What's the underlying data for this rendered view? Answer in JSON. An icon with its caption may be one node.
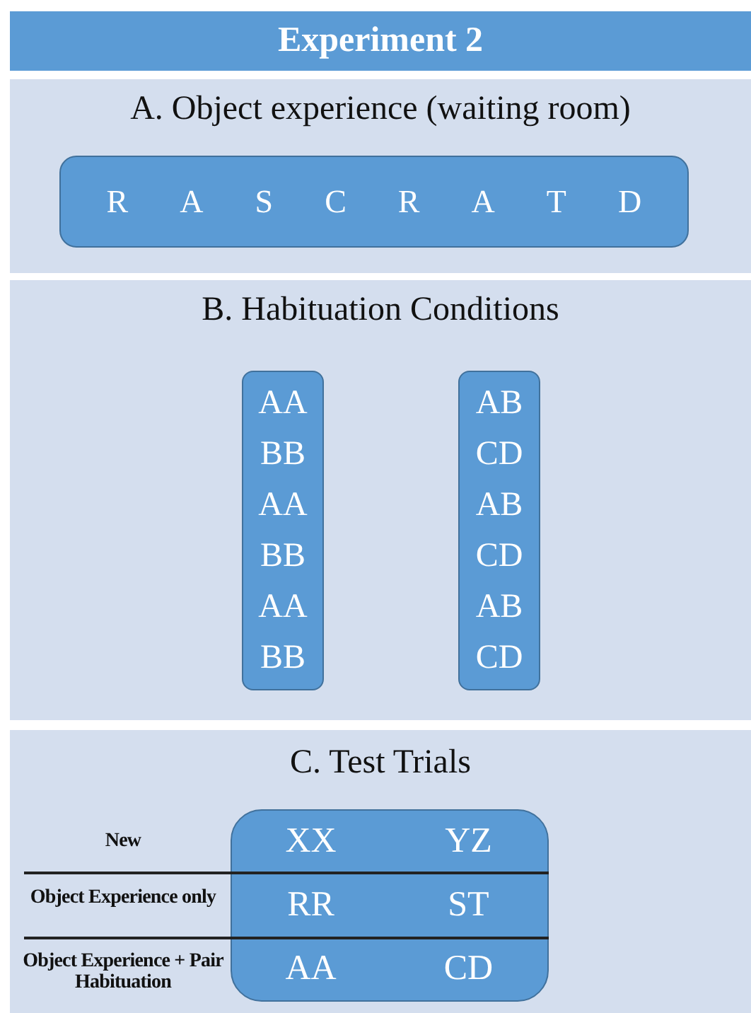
{
  "diagram": {
    "title": "Experiment 2",
    "nodes": [
      {
        "text": [
          "A. Object experience (waiting room)"
        ]
      },
      {
        "text": [
          "R",
          "A",
          "S",
          "C",
          "R",
          "A",
          "T",
          "D"
        ],
        "in": 0
      },
      {
        "text": [
          "B. Habituation Conditions"
        ]
      },
      {
        "text": [
          "AA",
          "BB",
          "AA",
          "BB",
          "AA",
          "BB"
        ],
        "in": 2
      },
      {
        "text": [
          "AB",
          "CD",
          "AB",
          "CD",
          "AB",
          "CD"
        ],
        "in": 2
      },
      {
        "text": [
          "C. Test Trials"
        ]
      },
      {
        "text": [
          "XX",
          "YZ",
          "RR",
          "ST",
          "AA",
          "CD"
        ],
        "in": 5
      }
    ],
    "labels": [
      "New",
      "Object Experience only",
      "Object Experience + Pair Habituation"
    ]
  }
}
